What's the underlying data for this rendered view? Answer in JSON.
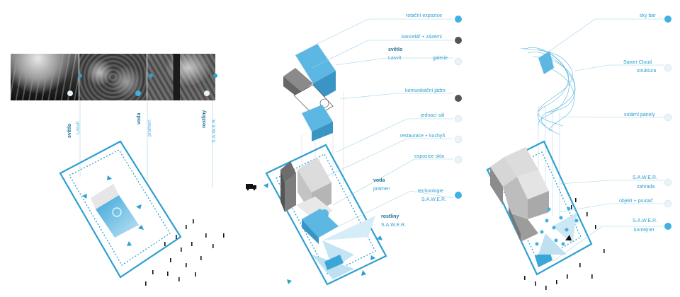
{
  "panel1": {
    "photos": [
      {
        "name": "svetlo-photo",
        "dot_color": "#e8f4fa"
      },
      {
        "name": "voda-photo",
        "dot_color": "#3fb1e3"
      },
      {
        "name": "rostliny-photo",
        "dot_color": "#e8f4fa"
      }
    ],
    "labels": {
      "svetlo": "světlo",
      "svetlo_sub": "Lasvit",
      "voda": "voda",
      "voda_sub": "pramen",
      "rostliny": "rostliny",
      "rostliny_sub": "S.A.W.E.R."
    }
  },
  "panel2": {
    "labels": {
      "rotacni": "rotační expozice",
      "kancelar": "kancelář + zázemí",
      "svetlo": "světlo",
      "lasvit": "Lasvit",
      "galerie": "galerie",
      "komunikacni": "komunikační jádro",
      "jednaci": "jednací sál",
      "restaurace": "restaurace + kuchyň",
      "expozice_skla": "expozice skla",
      "voda": "voda",
      "pramen": "pramen",
      "technologie": "technologie",
      "sawer": "S.A.W.E.R.",
      "rostliny": "rostliny",
      "rostliny_sub": "S.A.W.E.R."
    }
  },
  "panel3": {
    "labels": {
      "sky_bar": "sky bar",
      "sawer_cloud": "Sawer Cloud",
      "struktura": "struktura",
      "solarni": "solární panely",
      "sawer_1": "S.A.W.E.R.",
      "zahrada": "zahrada",
      "objekt": "objekt + poutač",
      "sawer_2": "S.A.W.E.R.",
      "kontejner": "kontejner"
    }
  },
  "colors": {
    "accent": "#2e9fd0",
    "accent_fill": "#5cb8e2",
    "dark_dot": "#555555",
    "light_dot": "#e6f3f9",
    "gray_block": "#cfcfcf",
    "dark_block": "#6d6d6d"
  }
}
